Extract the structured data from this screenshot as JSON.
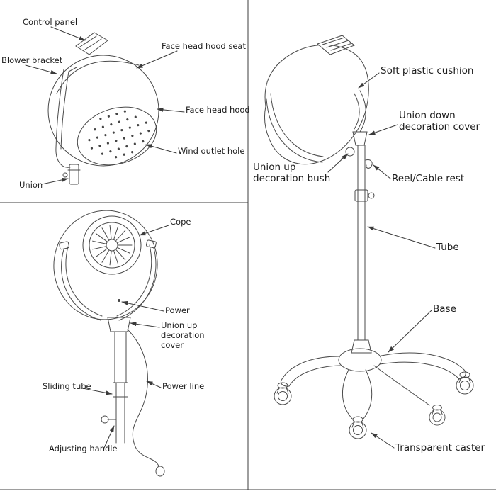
{
  "colors": {
    "line": "#4a4a4a",
    "text": "#1c1c1c",
    "background": "#ffffff"
  },
  "top_left": {
    "labels": {
      "control_panel": "Control panel",
      "blower_bracket": "Blower bracket",
      "face_head_hood_seat": "Face head hood seat",
      "face_head_hood": "Face head hood",
      "wind_outlet_hole": "Wind outlet hole",
      "union": "Union"
    }
  },
  "bottom_left": {
    "labels": {
      "cope": "Cope",
      "power": "Power",
      "union_up_decoration_cover": "Union up decoration cover",
      "sliding_tube": "Sliding tube",
      "power_line": "Power line",
      "adjusting_handle": "Adjusting handle"
    }
  },
  "right": {
    "labels": {
      "soft_plastic_cushion": "Soft plastic cushion",
      "union_down_decoration_cover": "Union down decoration cover",
      "union_up_decoration_bush": "Union up decoration bush",
      "reel_cable_rest": "Reel/Cable rest",
      "tube": "Tube",
      "base": "Base",
      "transparent_caster": "Transparent caster"
    }
  }
}
